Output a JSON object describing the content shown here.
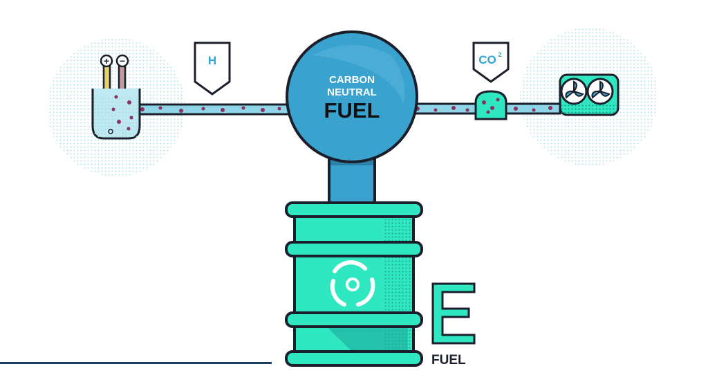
{
  "labels": {
    "hydrogen": "H",
    "carbon_dioxide": "CO",
    "carbon_dioxide_subscript": "2",
    "center_line1": "CARBON",
    "center_line2": "NEUTRAL",
    "center_line3": "FUEL",
    "positive": "+",
    "negative": "−",
    "efuel_letter": "E",
    "efuel_word": "FUEL"
  },
  "icons": {
    "barrel_logo": "swirl-logo-icon",
    "electrolysis": "electrolysis-beaker-icon",
    "air_capture": "air-capture-fans-icon",
    "compressor": "compressor-icon"
  },
  "colors": {
    "outline": "#1b1e2b",
    "pipe": "#8fd5e8",
    "sphere": "#3aa2cf",
    "sphere_text": "#ffffff",
    "sphere_fuel_text": "#111111",
    "barrel": "#2fe8c2",
    "barrel_dark": "#1fa89b",
    "bubbles": "#8b2f5e",
    "tag_text": "#2ea6d8",
    "efuel": "#2fe8c2",
    "halo": "#d9f2f2"
  }
}
